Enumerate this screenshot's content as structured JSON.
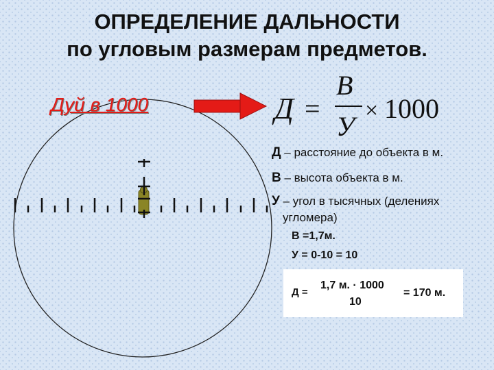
{
  "title": {
    "line1": "ОПРЕДЕЛЕНИЕ ДАЛЬНОСТИ",
    "line2": "по угловым размерам предметов."
  },
  "label_dui": "Дуй  в 1000",
  "formula": {
    "lhs": "Д",
    "equals": "=",
    "numerator": "В",
    "denominator": "У",
    "times": "×",
    "factor": "1000"
  },
  "legend": [
    {
      "symbol": "Д",
      "text": " – расстояние до объекта в м."
    },
    {
      "symbol": "В",
      "text": " – высота объекта в м."
    },
    {
      "symbol": "У",
      "text": " – угол в тысячных (делениях"
    },
    {
      "symbol": "",
      "text": "угломера)"
    }
  ],
  "values": {
    "b": "В =1,7м.",
    "u": "У = 0-10 = 10"
  },
  "result": {
    "lhs": "Д =",
    "numerator": "1,7 м. · 1000",
    "denominator": "10",
    "answer": "= 170 м."
  },
  "colors": {
    "accent_red": "#e41b17",
    "background": "#d9e6f5",
    "target": "#8a8526"
  }
}
